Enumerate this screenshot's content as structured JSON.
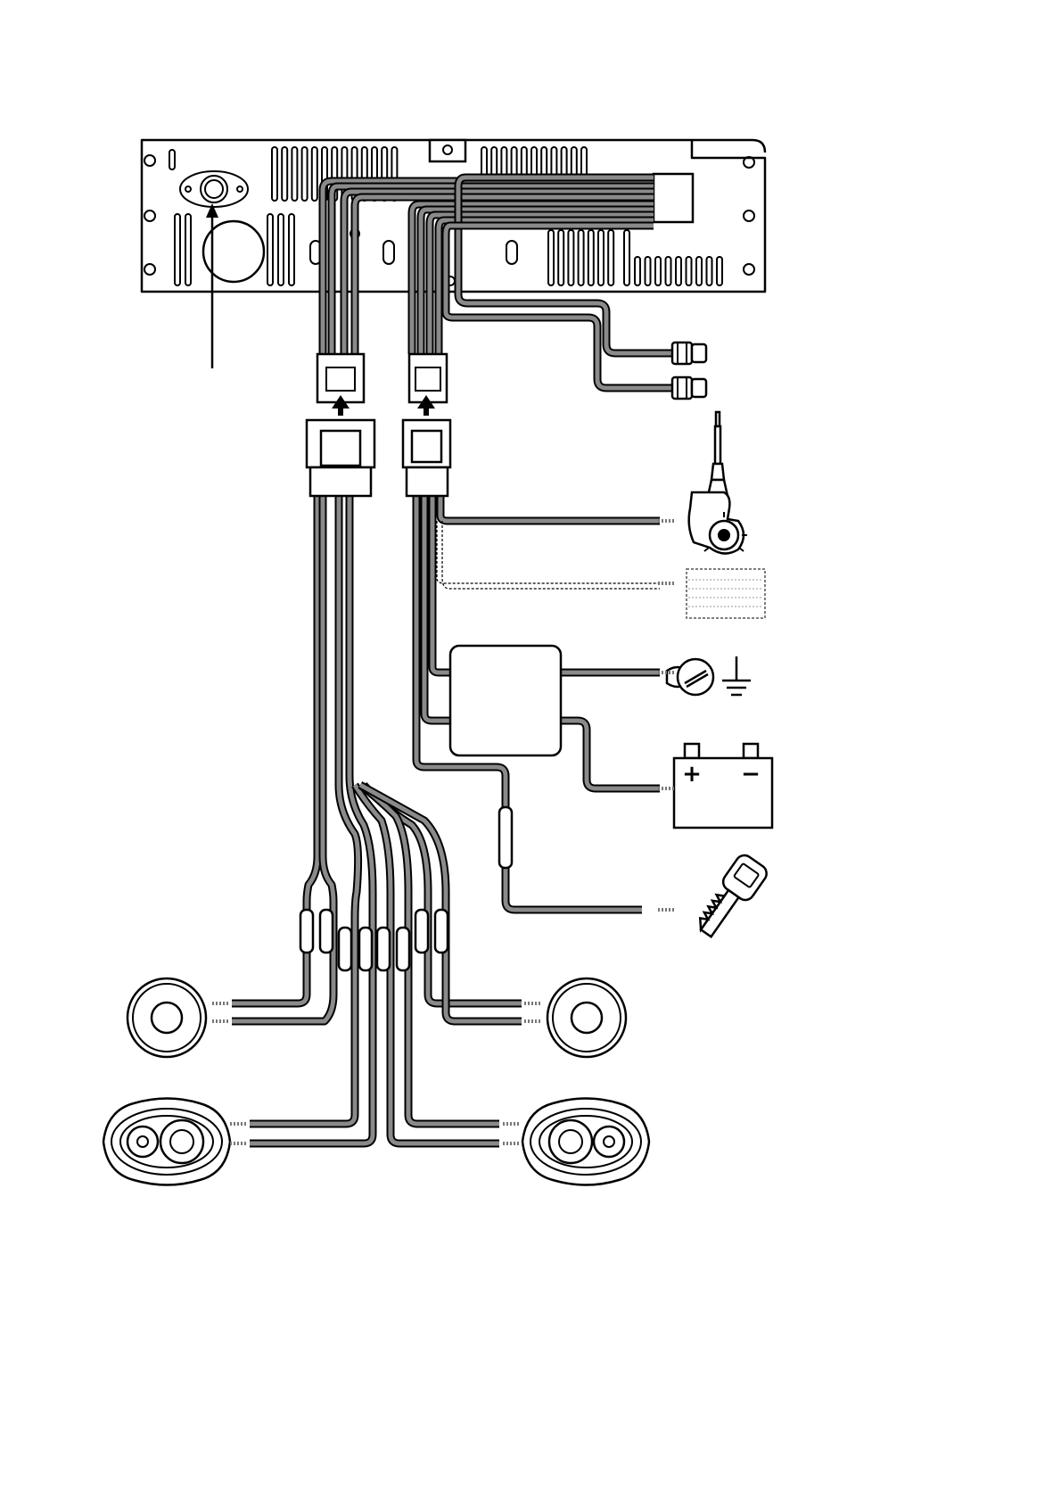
{
  "diagram": {
    "components": [
      {
        "name": "head-unit-chassis",
        "icon": "car-stereo-rear-panel-icon"
      },
      {
        "name": "rca-line-out-front",
        "icon": "rca-plug-icon"
      },
      {
        "name": "rca-line-out-rear",
        "icon": "rca-plug-icon"
      },
      {
        "name": "power-antenna",
        "icon": "antenna-icon"
      },
      {
        "name": "amplifier-remote",
        "icon": "dashed-box-icon"
      },
      {
        "name": "filter-box",
        "icon": "box-icon"
      },
      {
        "name": "chassis-ground",
        "icon": "ground-icon"
      },
      {
        "name": "car-battery",
        "icon": "battery-icon"
      },
      {
        "name": "ignition-key",
        "icon": "key-icon"
      },
      {
        "name": "speaker-front-left",
        "icon": "round-speaker-icon"
      },
      {
        "name": "speaker-front-right",
        "icon": "round-speaker-icon"
      },
      {
        "name": "speaker-rear-left",
        "icon": "oval-speaker-icon"
      },
      {
        "name": "speaker-rear-right",
        "icon": "oval-speaker-icon"
      }
    ],
    "battery_terminals": [
      "+",
      "−"
    ],
    "colors": {
      "wire_core": "#8a8a8a",
      "outline": "#000000",
      "background": "#ffffff"
    }
  }
}
